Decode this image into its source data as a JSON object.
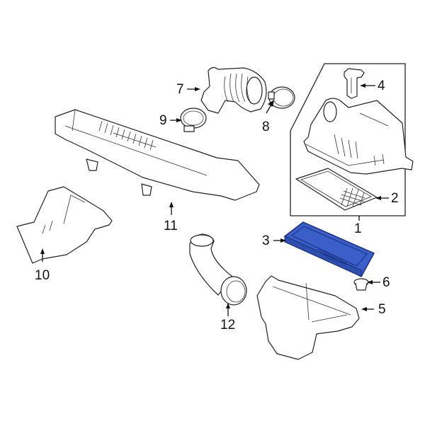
{
  "diagram": {
    "type": "exploded-parts-view",
    "subject": "Air cleaner / air intake assembly",
    "highlight_color": "#3a5fc8",
    "highlighted_part": "3",
    "assembly_box_label": "1",
    "callouts": [
      {
        "id": "1",
        "label": "1"
      },
      {
        "id": "2",
        "label": "2"
      },
      {
        "id": "3",
        "label": "3"
      },
      {
        "id": "4",
        "label": "4"
      },
      {
        "id": "5",
        "label": "5"
      },
      {
        "id": "6",
        "label": "6"
      },
      {
        "id": "7",
        "label": "7"
      },
      {
        "id": "8",
        "label": "8"
      },
      {
        "id": "9",
        "label": "9"
      },
      {
        "id": "10",
        "label": "10"
      },
      {
        "id": "11",
        "label": "11"
      },
      {
        "id": "12",
        "label": "12"
      }
    ]
  }
}
